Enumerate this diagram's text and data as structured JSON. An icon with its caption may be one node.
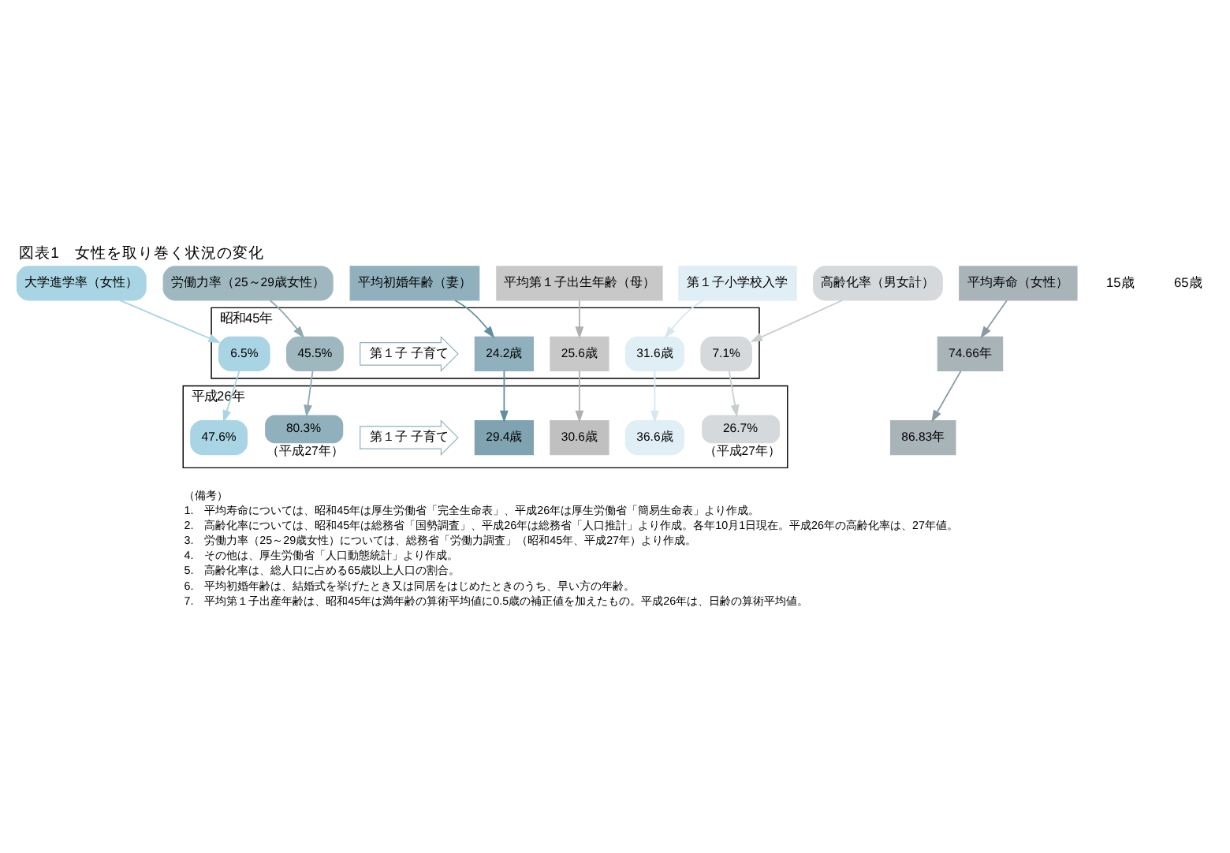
{
  "diagram": {
    "title": "図表1　女性を取り巻く状況の変化",
    "nodes": [
      {
        "text": [
          "大学進学率（女性）"
        ]
      },
      {
        "text": [
          "労働力率（25～29歳女性）"
        ]
      },
      {
        "text": [
          "平均初婚年齢（妻）"
        ]
      },
      {
        "text": [
          "平均第１子出生年齢（母）"
        ]
      },
      {
        "text": [
          "第１子小学校入学"
        ]
      },
      {
        "text": [
          "高齢化率（男女計）"
        ]
      },
      {
        "text": [
          "平均寿命（女性）"
        ]
      },
      {
        "text": [
          "昭和45年"
        ]
      },
      {
        "text": [
          "6.5%"
        ],
        "in": 7
      },
      {
        "text": [
          "45.5%"
        ],
        "in": 7
      },
      {
        "text": [
          "24.2歳"
        ],
        "in": 7
      },
      {
        "text": [
          "25.6歳"
        ],
        "in": 7
      },
      {
        "text": [
          "第１子 子育て"
        ],
        "in": 7
      },
      {
        "text": [
          "31.6歳"
        ],
        "in": 7
      },
      {
        "text": [
          "7.1%"
        ],
        "in": 7
      },
      {
        "text": [
          "74.66年"
        ]
      },
      {
        "text": [
          "平成26年"
        ]
      },
      {
        "text": [
          "47.6%"
        ],
        "in": 16
      },
      {
        "text": [
          "80.3%"
        ],
        "beside": [
          "（平成27年）"
        ],
        "in": 16
      },
      {
        "text": [
          "29.4歳"
        ],
        "in": 16
      },
      {
        "text": [
          "30.6歳"
        ],
        "in": 16
      },
      {
        "text": [
          "第１子 子育て"
        ],
        "in": 16
      },
      {
        "text": [
          "36.6歳"
        ],
        "in": 16
      },
      {
        "text": [
          "26.7%"
        ],
        "beside": [
          "（平成27年）"
        ],
        "in": 16
      },
      {
        "text": [
          "86.83年"
        ]
      }
    ],
    "edges": [
      {
        "from": 0,
        "to": 8,
        "arrow": "to",
        "color": "#a8d4e3"
      },
      {
        "from": 8,
        "to": 17,
        "arrow": "to",
        "color": "#a8d4e3"
      },
      {
        "from": 1,
        "to": 9,
        "arrow": "to",
        "color": "#8fa9b3"
      },
      {
        "from": 9,
        "to": 18,
        "arrow": "to",
        "color": "#8fa9b3"
      },
      {
        "from": 2,
        "to": 10,
        "arrow": "to",
        "color": "#5f8fa0"
      },
      {
        "from": 10,
        "to": 19,
        "arrow": "to",
        "color": "#5f8fa0"
      },
      {
        "from": 3,
        "to": 11,
        "arrow": "to",
        "color": "#b0b0b0"
      },
      {
        "from": 11,
        "to": 20,
        "arrow": "to",
        "color": "#b0b0b0"
      },
      {
        "from": 4,
        "to": 13,
        "arrow": "to",
        "color": "#d5e7f0"
      },
      {
        "from": 13,
        "to": 22,
        "arrow": "to",
        "color": "#d5e7f0"
      },
      {
        "from": 5,
        "to": 14,
        "arrow": "to",
        "color": "#c8cdd0"
      },
      {
        "from": 14,
        "to": 23,
        "arrow": "to",
        "color": "#c8cdd0"
      },
      {
        "from": 6,
        "to": 15,
        "arrow": "to",
        "color": "#8a9aa2"
      },
      {
        "from": 15,
        "to": 24,
        "arrow": "to",
        "color": "#8a9aa2"
      }
    ],
    "labels": [
      "15歳",
      "65歳",
      "（備考）",
      "1.　平均寿命については、昭和45年は厚生労働省「完全生命表」、平成26年は厚生労働省「簡易生命表」より作成。",
      "2.　高齢化率については、昭和45年は総務省「国勢調査」、平成26年は総務省「人口推計」より作成。各年10月1日現在。平成26年の高齢化率は、27年値。",
      "3.　労働力率（25～29歳女性）については、総務省「労働力調査」（昭和45年、平成27年）より作成。",
      "4.　その他は、厚生労働省「人口動態統計」より作成。",
      "5.　高齢化率は、総人口に占める65歳以上人口の割合。",
      "6.　平均初婚年齢は、結婚式を挙げたとき又は同居をはじめたときのうち、早い方の年齢。",
      "7.　平均第１子出産年齢は、昭和45年は満年齢の算術平均値に0.5歳の補正値を加えたもの。平成26年は、日齢の算術平均値。"
    ]
  }
}
